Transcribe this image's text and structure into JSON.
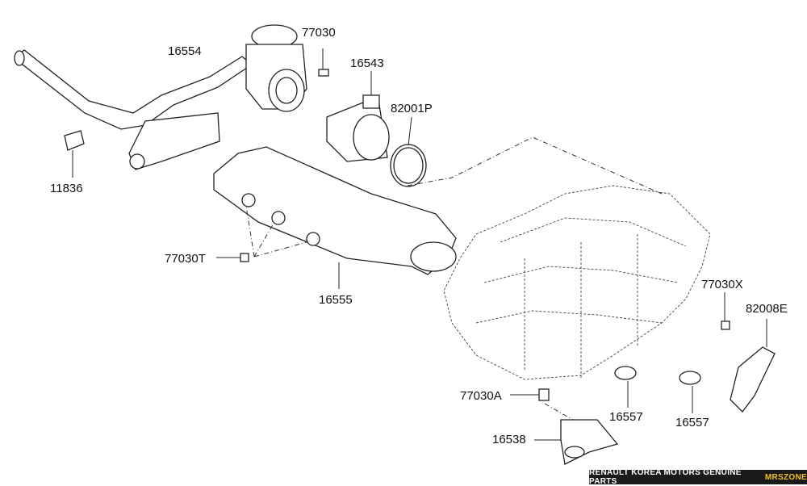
{
  "callouts": {
    "c16554": "16554",
    "c77030": "77030",
    "c16543": "16543",
    "c82001P": "82001P",
    "c11836": "11836",
    "c77030T": "77030T",
    "c16555": "16555",
    "c77030X": "77030X",
    "c82008E": "82008E",
    "c77030A": "77030A",
    "c16557a": "16557",
    "c16557b": "16557",
    "c16538": "16538"
  },
  "footer": {
    "brand_text": "RENAULT KOREA MOTORS GENUINE PARTS",
    "zone_text": "MRSZONE"
  }
}
